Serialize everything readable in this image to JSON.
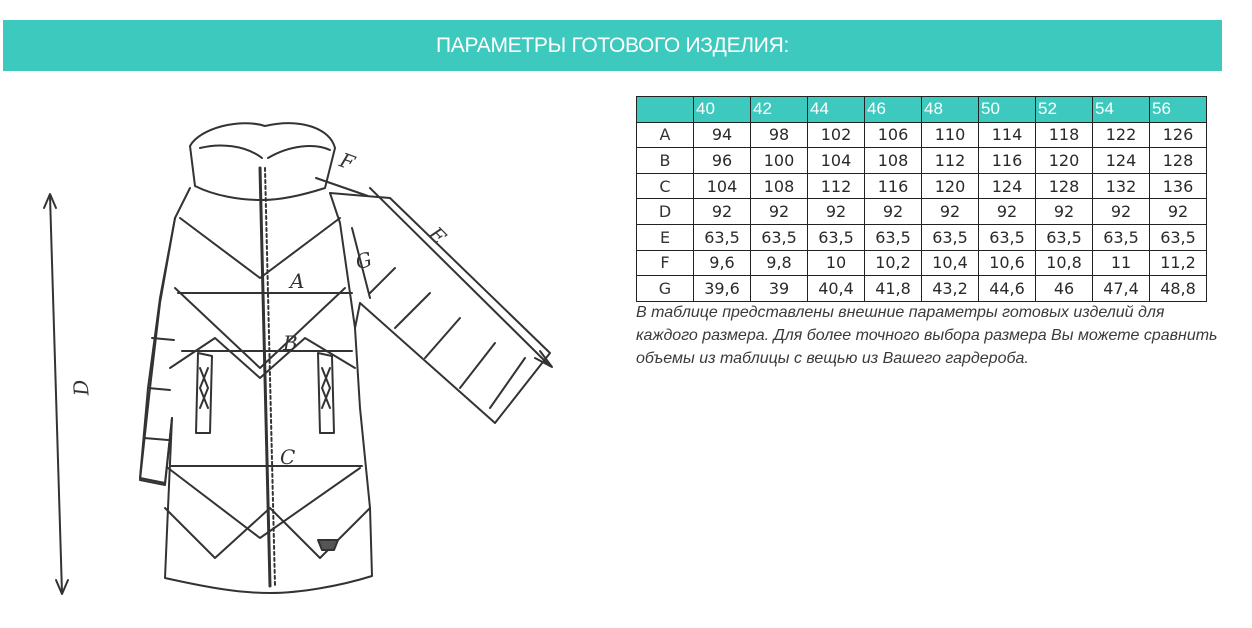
{
  "banner": {
    "title": "ПАРАМЕТРЫ ГОТОВОГО ИЗДЕЛИЯ:",
    "color": "#3ec9bf"
  },
  "sketch": {
    "labels": {
      "A": "A",
      "B": "B",
      "C": "C",
      "D": "D",
      "E": "E",
      "F": "F",
      "G": "G"
    }
  },
  "table": {
    "sizes": [
      "40",
      "42",
      "44",
      "46",
      "48",
      "50",
      "52",
      "54",
      "56"
    ],
    "rows": [
      {
        "label": "A",
        "values": [
          "94",
          "98",
          "102",
          "106",
          "110",
          "114",
          "118",
          "122",
          "126"
        ]
      },
      {
        "label": "B",
        "values": [
          "96",
          "100",
          "104",
          "108",
          "112",
          "116",
          "120",
          "124",
          "128"
        ]
      },
      {
        "label": "C",
        "values": [
          "104",
          "108",
          "112",
          "116",
          "120",
          "124",
          "128",
          "132",
          "136"
        ]
      },
      {
        "label": "D",
        "values": [
          "92",
          "92",
          "92",
          "92",
          "92",
          "92",
          "92",
          "92",
          "92"
        ]
      },
      {
        "label": "E",
        "values": [
          "63,5",
          "63,5",
          "63,5",
          "63,5",
          "63,5",
          "63,5",
          "63,5",
          "63,5",
          "63,5"
        ]
      },
      {
        "label": "F",
        "values": [
          "9,6",
          "9,8",
          "10",
          "10,2",
          "10,4",
          "10,6",
          "10,8",
          "11",
          "11,2"
        ]
      },
      {
        "label": "G",
        "values": [
          "39,6",
          "39",
          "40,4",
          "41,8",
          "43,2",
          "44,6",
          "46",
          "47,4",
          "48,8"
        ]
      }
    ]
  },
  "note": {
    "text": "В таблице представлены внешние параметры готовых изделий для каждого размера. Для более точного выбора размера Вы можете сравнить объемы из таблицы с вещью из Вашего гардероба."
  }
}
